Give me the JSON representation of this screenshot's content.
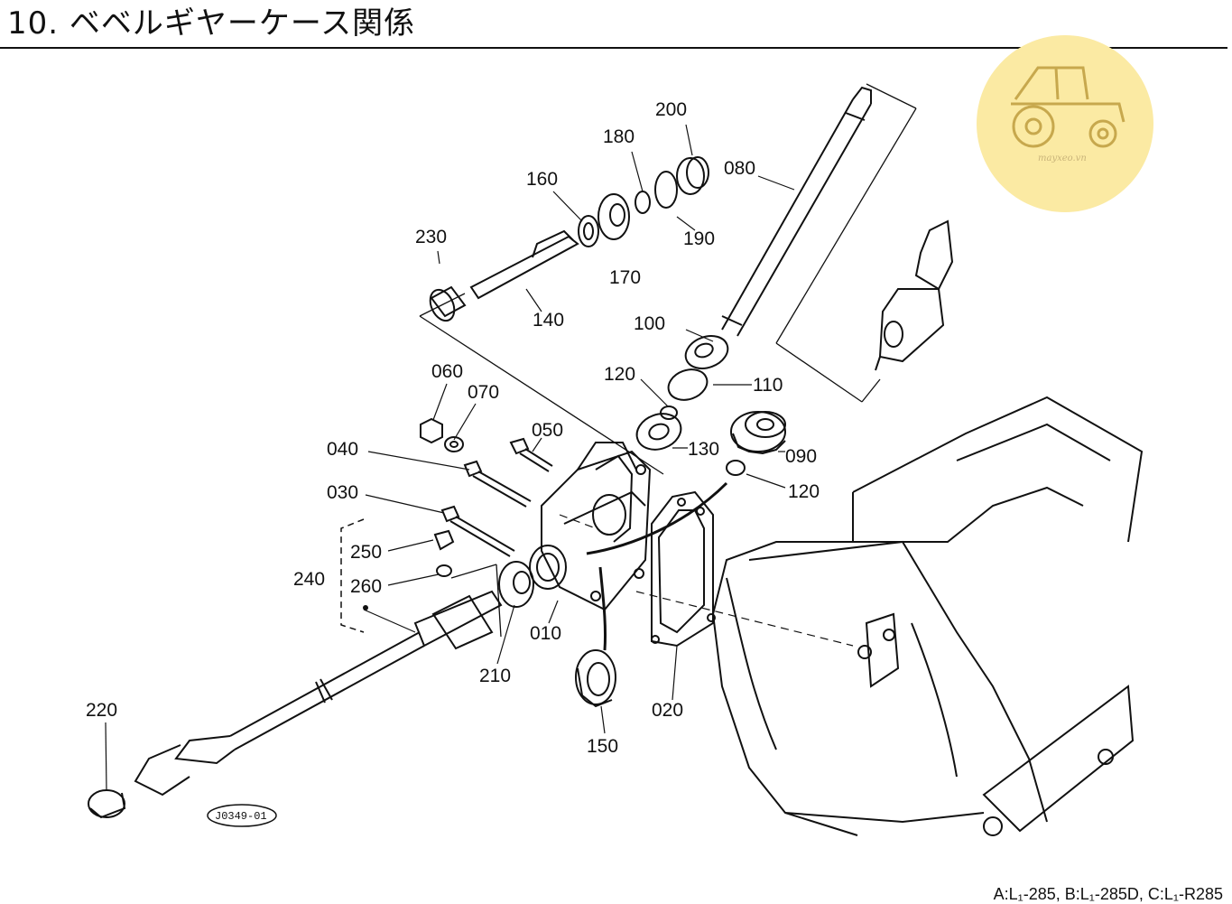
{
  "header": {
    "title": "10. ベベルギヤーケース関係"
  },
  "diagram": {
    "code": "J0349-01",
    "labels": [
      "200",
      "180",
      "080",
      "160",
      "190",
      "230",
      "170",
      "140",
      "100",
      "060",
      "070",
      "120",
      "110",
      "050",
      "130",
      "090",
      "040",
      "120",
      "030",
      "250",
      "240",
      "260",
      "010",
      "020",
      "210",
      "220",
      "150"
    ]
  },
  "watermark": {
    "text": "mayxeo.vn",
    "color": "#fbeaa3"
  },
  "footer": {
    "models": "A:L₁-285, B:L₁-285D, C:L₁-R285"
  },
  "colors": {
    "ink": "#111111",
    "background": "#ffffff"
  }
}
